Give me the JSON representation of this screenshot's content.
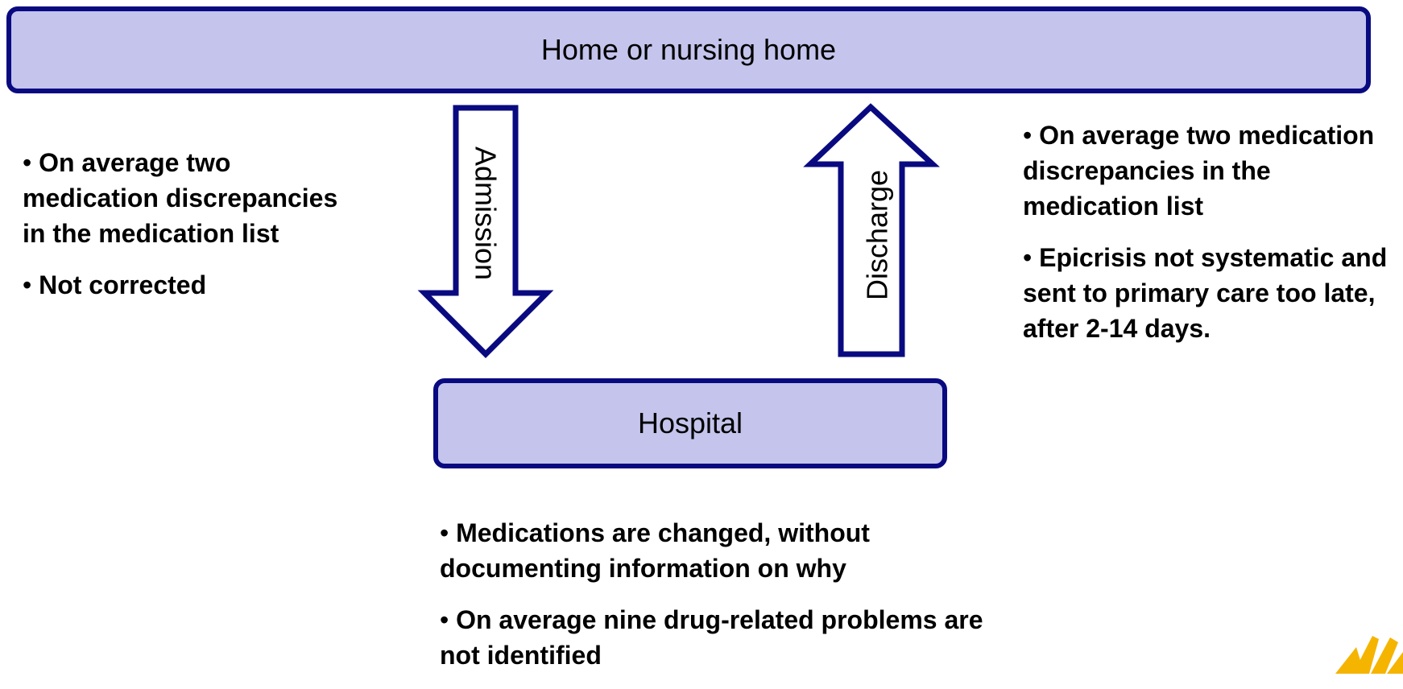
{
  "boxes": {
    "home": "Home or nursing home",
    "hospital": "Hospital"
  },
  "arrows": {
    "admission": "Admission",
    "discharge": "Discharge"
  },
  "notes": {
    "left": [
      "On average two medication discrepancies in the medication list",
      "Not corrected"
    ],
    "right": [
      "On average two medication discrepancies in the medication list",
      "Epicrisis not systematic and sent to primary care too late, after 2-14 days."
    ],
    "bottom": [
      "Medications are changed, without documenting information on why",
      "On average nine drug-related problems are not identified"
    ]
  },
  "colors": {
    "box_fill": "#c4c4ec",
    "border": "#0a0a80",
    "logo": "#f5b400"
  },
  "icons": {
    "admission_arrow": "down-arrow-icon",
    "discharge_arrow": "up-arrow-icon",
    "logo": "sun-logo-icon"
  }
}
